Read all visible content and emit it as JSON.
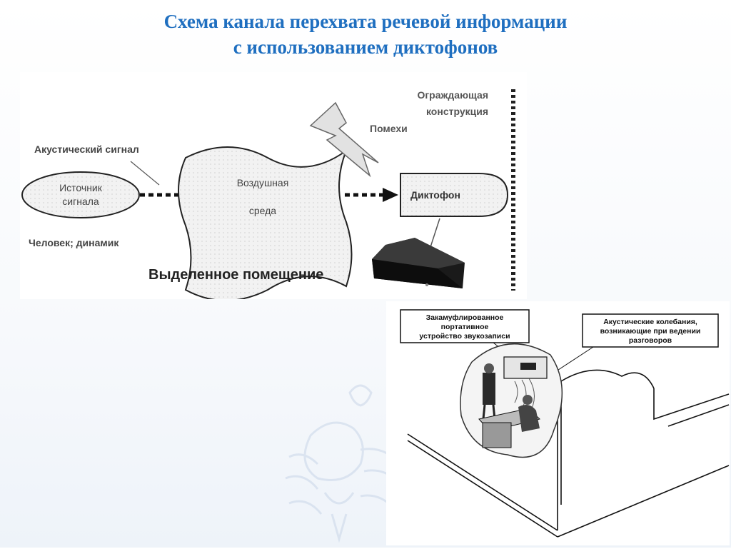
{
  "title": {
    "line1": "Схема канала перехвата речевой информации",
    "line2": "с использованием диктофонов"
  },
  "diagram": {
    "source_line1": "Источник",
    "source_line2": "сигнала",
    "acoustic_signal": "Акустический сигнал",
    "air_line1": "Воздушная",
    "air_line2": "среда",
    "recorder": "Диктофон",
    "barrier_line1": "Ограждающая",
    "barrier_line2": "конструкция",
    "noise": "Помехи",
    "human": "Человек; динамик",
    "room": "Выделенное помещение"
  },
  "illustration": {
    "device_line1": "Закамуфлированное",
    "device_line2": "портативное",
    "device_line3": "устройство звукозаписи",
    "vibration_line1": "Акустические колебания,",
    "vibration_line2": "возникающие при ведении",
    "vibration_line3": "разговоров"
  },
  "colors": {
    "title": "#1f6fc0",
    "watermark": "#c9d6e8"
  },
  "icons": [
    "eagle-emblem-watermark",
    "lightning-icon",
    "dictaphone-device-icon"
  ]
}
